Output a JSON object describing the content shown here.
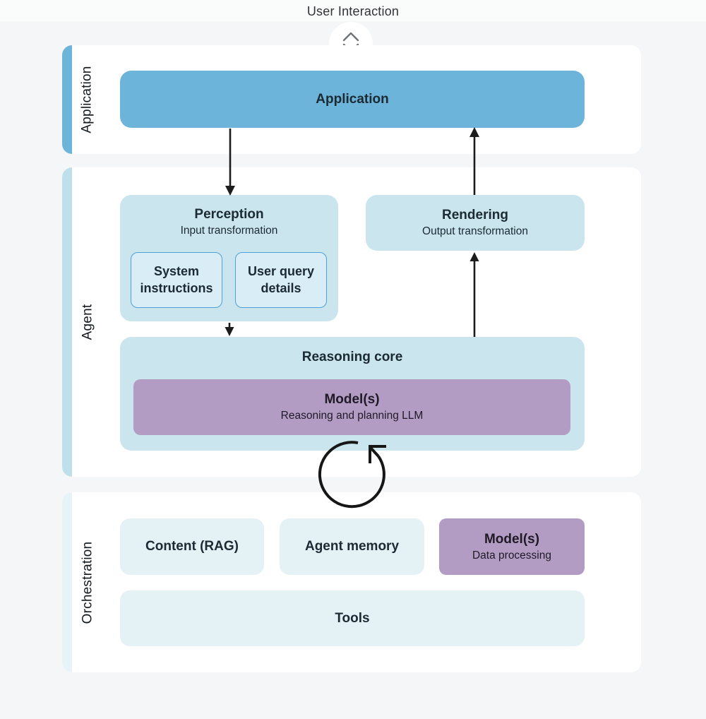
{
  "page_title": "User Interaction",
  "colors": {
    "page_background": "#f5f6f7",
    "panel_background": "#ffffff",
    "application_blue": "#6cb4d9",
    "agent_band_bar": "#bfdfeb",
    "agent_box_blue": "#cbe5ef",
    "nested_box_fill": "#d9edf6",
    "nested_box_border": "#4fa0d8",
    "model_purple": "#b29cc4",
    "orchestration_bar": "#e7f4f7",
    "orchestration_box": "#e4f1f5",
    "arrow_black": "#1c1c1c",
    "chevron_gray": "#6e7377",
    "text_dark": "#1b2a33"
  },
  "sections": {
    "application": {
      "label": "Application",
      "app_box": {
        "title": "Application"
      }
    },
    "agent": {
      "label": "Agent",
      "perception": {
        "title": "Perception",
        "subtitle": "Input transformation",
        "children": [
          {
            "title": "System instructions"
          },
          {
            "title": "User query details"
          }
        ]
      },
      "rendering": {
        "title": "Rendering",
        "subtitle": "Output transformation"
      },
      "reasoning_core": {
        "title": "Reasoning core",
        "model": {
          "title": "Model(s)",
          "subtitle": "Reasoning and planning LLM"
        }
      }
    },
    "orchestration": {
      "label": "Orchestration",
      "content_rag": {
        "title": "Content (RAG)"
      },
      "agent_memory": {
        "title": "Agent memory"
      },
      "model": {
        "title": "Model(s)",
        "subtitle": "Data processing"
      },
      "tools": {
        "title": "Tools"
      }
    }
  },
  "icons": {
    "user_interaction_chevrons": "up-down-chevrons",
    "reasoning_loop": "self-loop-arrow"
  }
}
